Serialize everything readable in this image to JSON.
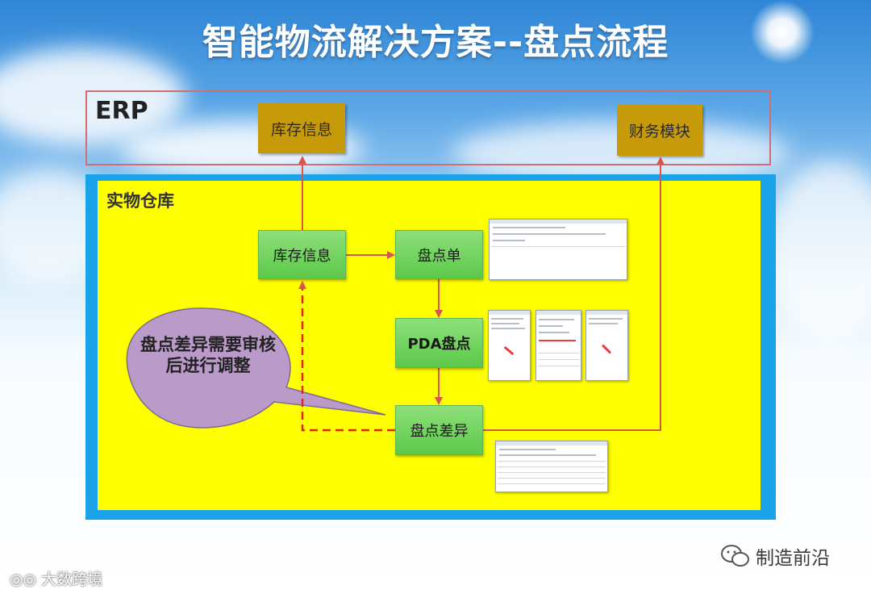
{
  "title": "智能物流解决方案--盘点流程",
  "erp": {
    "label": "ERP",
    "boxes": {
      "inventory_info": "库存信息",
      "finance_module": "财务模块"
    }
  },
  "warehouse": {
    "label": "实物仓库",
    "boxes": {
      "inventory_info": "库存信息",
      "count_sheet": "盘点单",
      "pda_count": "PDA盘点",
      "count_difference": "盘点差异"
    }
  },
  "callout": {
    "text": "盘点差异需要审核后进行调整"
  },
  "watermarks": {
    "left": "大数跨境",
    "right": "制造前沿"
  },
  "colors": {
    "erp_box": "#c79a0a",
    "erp_frame": "#cf6f72",
    "warehouse_fill": "#ffff00",
    "warehouse_border": "#1aa3e8",
    "process_box": "#6fd25a",
    "arrow": "#d9534f",
    "callout": "#b99ac9"
  },
  "icons": [
    "wechat-icon",
    "weibo-icon"
  ]
}
